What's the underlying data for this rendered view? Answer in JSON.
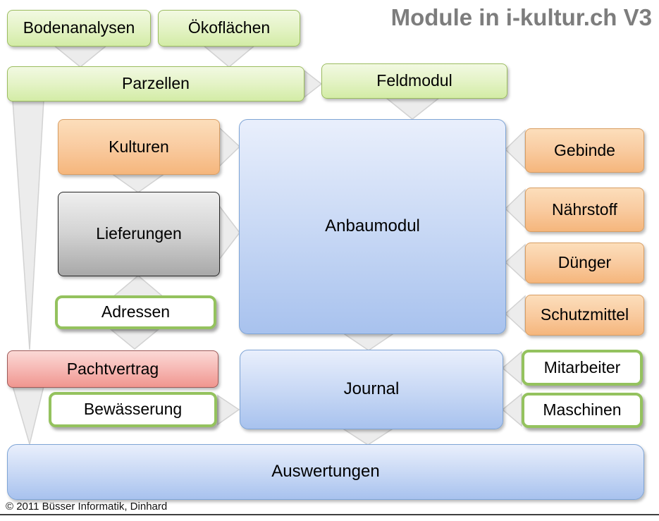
{
  "title": "Module in i-kultur.ch V3",
  "footer": {
    "copyright": "© 2011 Büsser Informatik, Dinhard"
  },
  "palette": {
    "green_box_top": "#f2f9e2",
    "green_box_bottom": "#d3eca6",
    "green_border": "#9cbd60",
    "orange_box_top": "#fcdebb",
    "orange_box_bottom": "#f5b67c",
    "orange_border": "#d99e63",
    "blue_box_top": "#e9effc",
    "blue_box_bottom": "#a8c2ee",
    "blue_border": "#7fa5d6",
    "red_box_top": "#fbd9d6",
    "red_box_bottom": "#f0968f",
    "red_border": "#9e5a58",
    "gray_box_top": "#efefef",
    "gray_box_bottom": "#a8a8a8",
    "gray_border": "#262626",
    "white_box_border": "#94c25e",
    "arrow_fill": "#ececec",
    "arrow_border": "#d2d2d2",
    "title_color": "#7d7d7d"
  },
  "nodes": {
    "bodenanalysen": {
      "label": "Bodenanalysen",
      "style": "green"
    },
    "oekoflaechen": {
      "label": "Ökoflächen",
      "style": "green"
    },
    "parzellen": {
      "label": "Parzellen",
      "style": "green"
    },
    "feldmodul": {
      "label": "Feldmodul",
      "style": "green"
    },
    "kulturen": {
      "label": "Kulturen",
      "style": "orange"
    },
    "anbaumodul": {
      "label": "Anbaumodul",
      "style": "blue"
    },
    "lieferungen": {
      "label": "Lieferungen",
      "style": "gray"
    },
    "adressen": {
      "label": "Adressen",
      "style": "white-green"
    },
    "gebinde": {
      "label": "Gebinde",
      "style": "orange"
    },
    "naehrstoff": {
      "label": "Nährstoff",
      "style": "orange"
    },
    "duenger": {
      "label": "Dünger",
      "style": "orange"
    },
    "schutzmittel": {
      "label": "Schutzmittel",
      "style": "orange"
    },
    "pachtvertrag": {
      "label": "Pachtvertrag",
      "style": "red"
    },
    "bewaesserung": {
      "label": "Bewässerung",
      "style": "white-green"
    },
    "journal": {
      "label": "Journal",
      "style": "blue"
    },
    "mitarbeiter": {
      "label": "Mitarbeiter",
      "style": "white-green"
    },
    "maschinen": {
      "label": "Maschinen",
      "style": "white-green"
    },
    "auswertungen": {
      "label": "Auswertungen",
      "style": "blue"
    }
  },
  "edges": [
    {
      "from": "bodenanalysen",
      "to": "parzellen"
    },
    {
      "from": "oekoflaechen",
      "to": "parzellen"
    },
    {
      "from": "parzellen",
      "to": "feldmodul"
    },
    {
      "from": "parzellen",
      "to": "pachtvertrag"
    },
    {
      "from": "feldmodul",
      "to": "anbaumodul"
    },
    {
      "from": "kulturen",
      "to": "anbaumodul"
    },
    {
      "from": "kulturen",
      "to": "lieferungen"
    },
    {
      "from": "lieferungen",
      "to": "anbaumodul"
    },
    {
      "from": "adressen",
      "to": "lieferungen"
    },
    {
      "from": "adressen",
      "to": "pachtvertrag"
    },
    {
      "from": "pachtvertrag",
      "to": "auswertungen"
    },
    {
      "from": "anbaumodul",
      "to": "journal"
    },
    {
      "from": "bewaesserung",
      "to": "journal"
    },
    {
      "from": "journal",
      "to": "auswertungen"
    },
    {
      "from": "gebinde",
      "to": "anbaumodul"
    },
    {
      "from": "naehrstoff",
      "to": "anbaumodul"
    },
    {
      "from": "duenger",
      "to": "anbaumodul"
    },
    {
      "from": "schutzmittel",
      "to": "anbaumodul"
    },
    {
      "from": "mitarbeiter",
      "to": "journal"
    },
    {
      "from": "maschinen",
      "to": "journal"
    }
  ]
}
